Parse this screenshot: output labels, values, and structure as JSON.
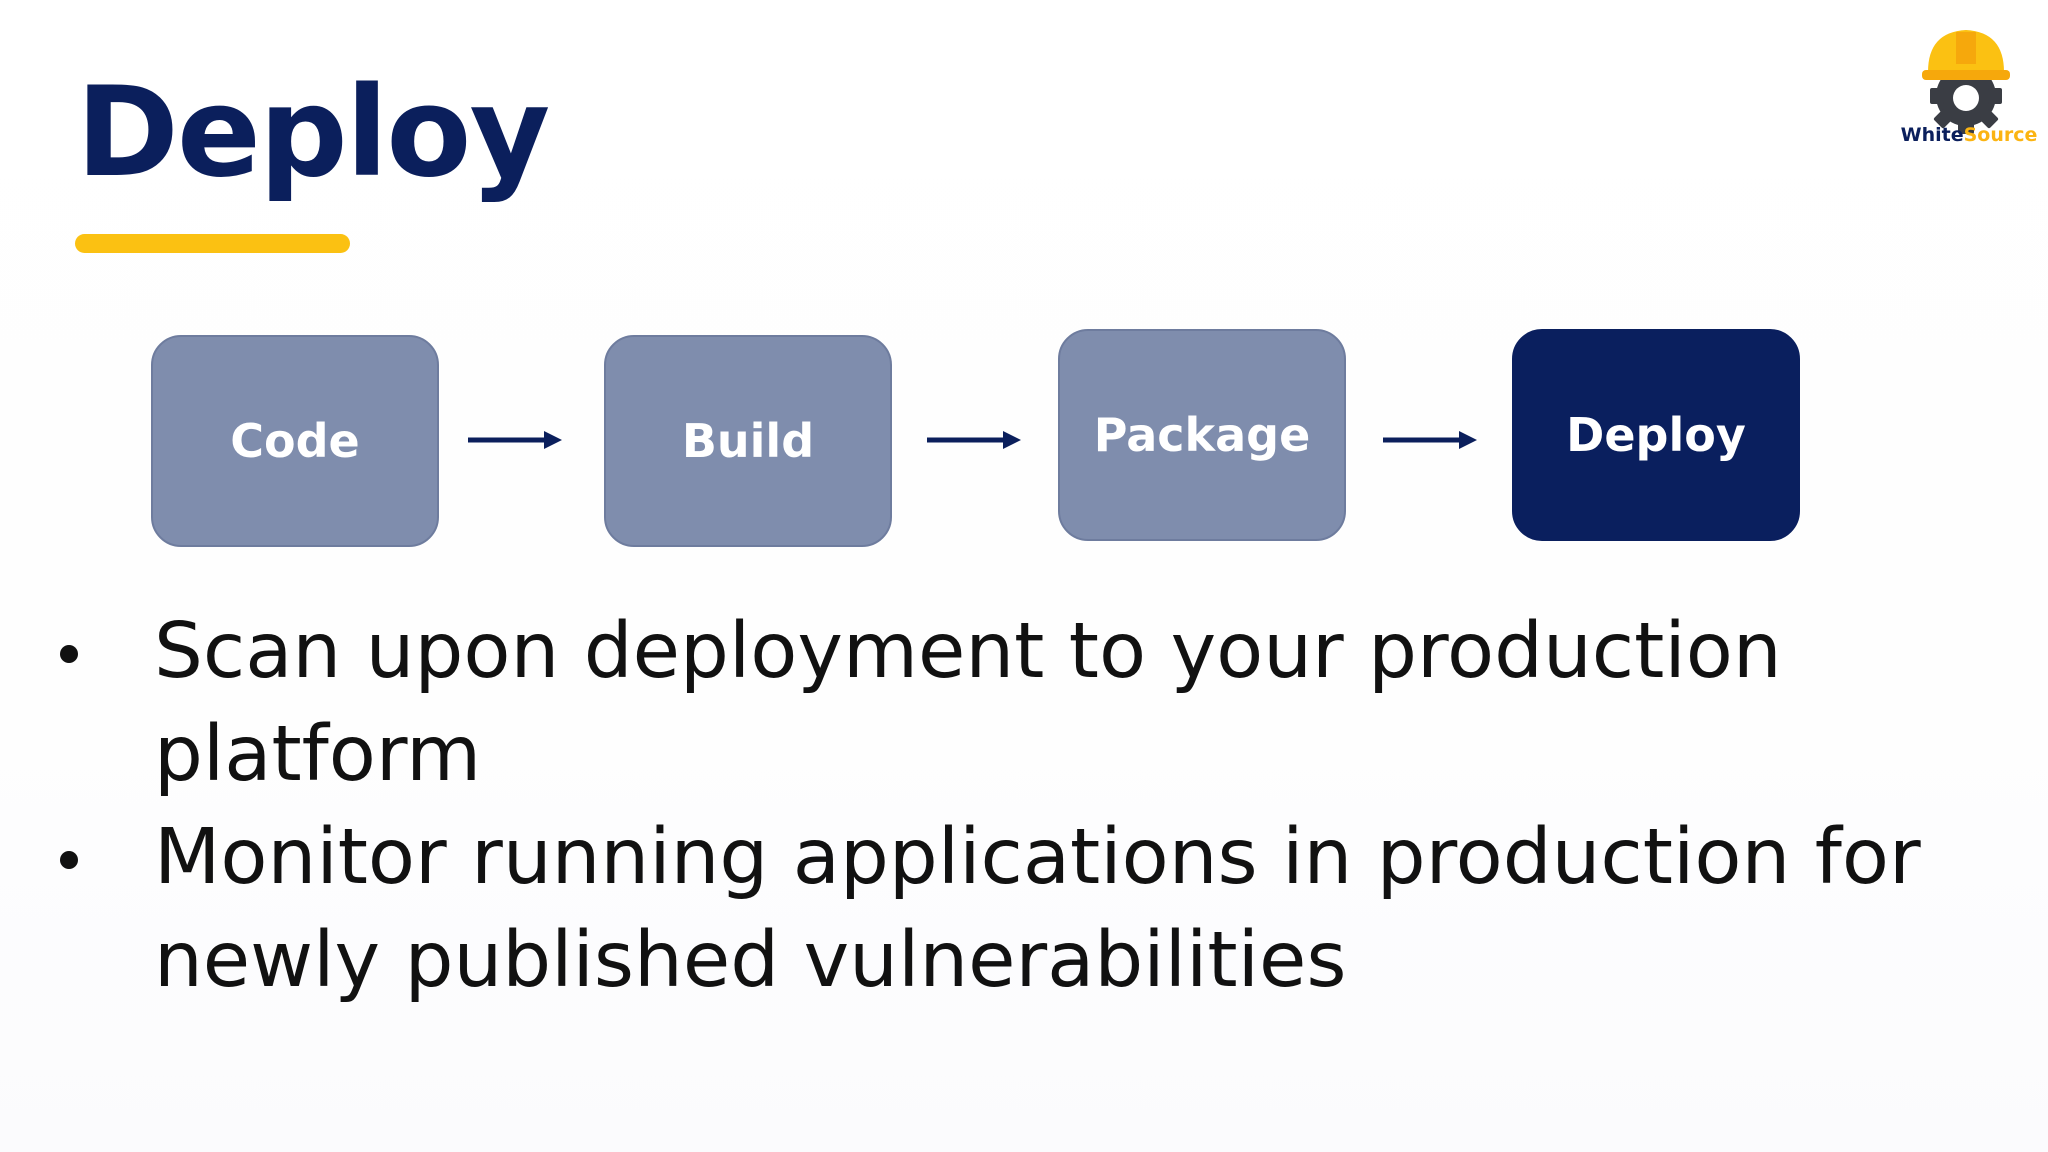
{
  "slide": {
    "title": "Deploy",
    "logo": {
      "icon": "hardhat-gear-icon",
      "text_white": "White",
      "text_source": "Source"
    },
    "pipeline": [
      {
        "label": "Code"
      },
      {
        "label": "Build"
      },
      {
        "label": "Package"
      },
      {
        "label": "Deploy"
      }
    ],
    "bullets": [
      "Scan upon deployment to your production platform",
      "Monitor running applications in production for newly published vulnerabilities"
    ],
    "colors": {
      "title": "#0b1f5c",
      "accent": "#fbc112",
      "step_inactive": "#7f8dad",
      "step_active": "#0a1f5e"
    }
  }
}
